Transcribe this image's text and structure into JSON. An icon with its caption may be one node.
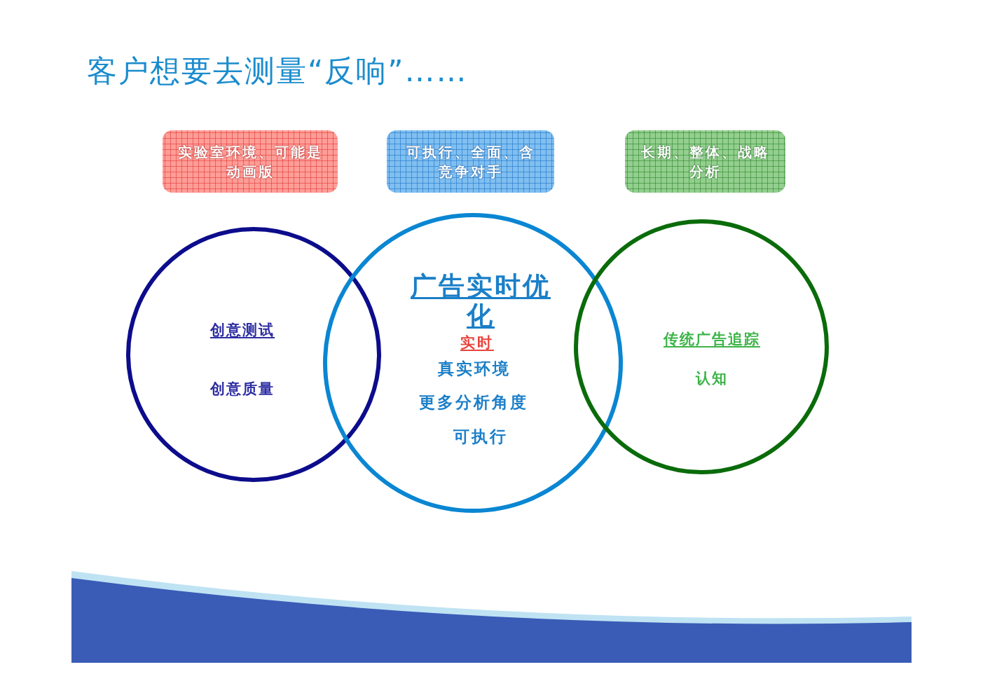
{
  "diagram": {
    "title": "客户想要去测量“反响”……",
    "nodes": [
      {
        "text": [
          "实验室环境、可能是动画版"
        ]
      },
      {
        "text": [
          "可执行、全面、含竞争对手"
        ]
      },
      {
        "text": [
          "长期、整体、战略分析"
        ]
      },
      {
        "text": [
          "创意测试",
          "创意质量"
        ]
      },
      {
        "text": [
          "广告实时优化",
          "实时",
          "真实环境",
          "更多分析角度",
          "可执行"
        ]
      },
      {
        "text": [
          "传统广告追踪",
          "认知"
        ]
      }
    ]
  }
}
